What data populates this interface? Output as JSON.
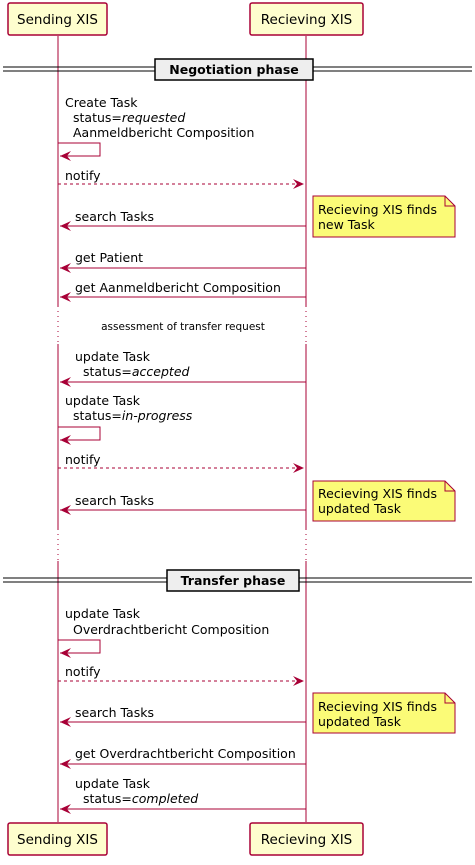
{
  "participants": {
    "sender": "Sending XIS",
    "receiver": "Recieving XIS"
  },
  "phases": {
    "negotiation": "Negotiation phase",
    "transfer": "Transfer phase"
  },
  "messages": {
    "create_task": {
      "line1": "Create Task",
      "status_prefix": "status=",
      "status_value": "requested",
      "line3": "Aanmeldbericht Composition"
    },
    "notify_1": "notify",
    "search_tasks_1": "search Tasks",
    "get_patient": "get Patient",
    "get_aanmeld": "get Aanmeldbericht Composition",
    "update_accepted": {
      "line1": "update Task",
      "status_prefix": "status=",
      "status_value": "accepted"
    },
    "update_inprogress": {
      "line1": "update Task",
      "status_prefix": "status=",
      "status_value": "in-progress"
    },
    "notify_2": "notify",
    "search_tasks_2": "search Tasks",
    "update_overdracht": {
      "line1": "update Task",
      "line2": "Overdrachtbericht Composition"
    },
    "notify_3": "notify",
    "search_tasks_3": "search Tasks",
    "get_overdracht": "get Overdrachtbericht Composition",
    "update_completed": {
      "line1": "update Task",
      "status_prefix": "status=",
      "status_value": "completed"
    }
  },
  "delays": {
    "assessment": "assessment of transfer request"
  },
  "notes": {
    "finds_new": {
      "line1": "Recieving XIS finds",
      "line2": "new Task"
    },
    "finds_updated_1": {
      "line1": "Recieving XIS finds",
      "line2": "updated Task"
    },
    "finds_updated_2": {
      "line1": "Recieving XIS finds",
      "line2": "updated Task"
    }
  },
  "colors": {
    "arrow": "#A80036",
    "actor_fill": "#FEFECE",
    "actor_border": "#A80036",
    "note_fill": "#FBFB77",
    "phase_fill": "#EEEEEE",
    "lifeline": "#A80036"
  }
}
